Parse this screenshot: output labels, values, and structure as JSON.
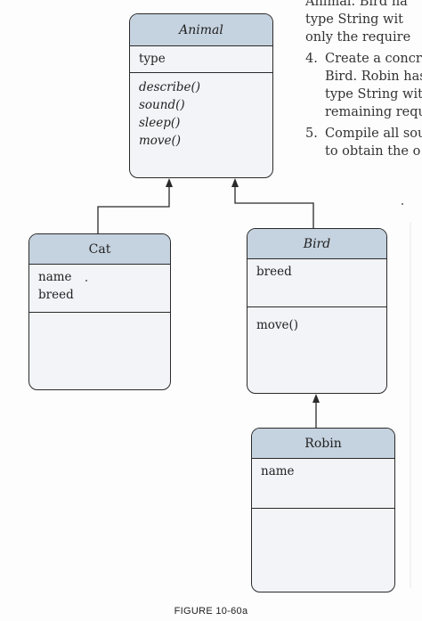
{
  "page_text": {
    "line1": "Animal. Bird ha",
    "line2": "type String wit",
    "line3": "only the require",
    "step4_number": "4.",
    "step4_line1": "Create a concre",
    "step4_line2": "Bird. Robin has",
    "step4_line3": "type String with",
    "step4_line4": "remaining requ",
    "step5_number": "5.",
    "step5_line1": "Compile all sou",
    "step5_line2": "to obtain the o"
  },
  "diagram": {
    "animal": {
      "name": "Animal",
      "attributes": [
        "type"
      ],
      "methods": [
        "describe()",
        "sound()",
        "sleep()",
        "move()"
      ]
    },
    "cat": {
      "name": "Cat",
      "attributes": [
        "name",
        "breed"
      ],
      "methods": []
    },
    "bird": {
      "name": "Bird",
      "attributes": [
        "breed"
      ],
      "methods": [
        "move()"
      ]
    },
    "robin": {
      "name": "Robin",
      "attributes": [
        "name"
      ],
      "methods": []
    }
  },
  "caption": "FIGURE 10-60a",
  "colors": {
    "header_fill": "#c5d2df",
    "body_fill": "#f2f4f8",
    "stroke": "#2a2a2a"
  }
}
